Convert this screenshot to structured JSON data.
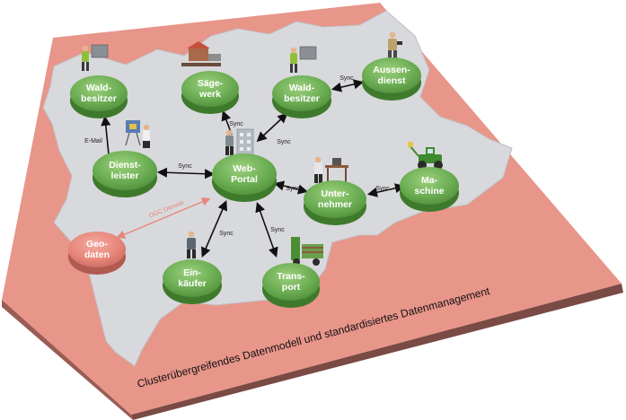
{
  "footer": {
    "line1": "Clusterübergreifendes Datenmodell und standardisiertes Datenmanagement"
  },
  "nodes": {
    "waldbesitzer_left": [
      "Wald-",
      "besitzer"
    ],
    "saegewerk": [
      "Säge-",
      "werk"
    ],
    "waldbesitzer_right": [
      "Wald-",
      "besitzer"
    ],
    "aussendienst": [
      "Aussen-",
      "dienst"
    ],
    "dienstleister": [
      "Dienst-",
      "leister"
    ],
    "webportal": [
      "Web-",
      "Portal"
    ],
    "unternehmer": [
      "Unter-",
      "nehmer"
    ],
    "maschine": [
      "Ma-",
      "schine"
    ],
    "geodaten": [
      "Geo-",
      "daten"
    ],
    "einkaeufer": [
      "Ein-",
      "käufer"
    ],
    "transport": [
      "Trans-",
      "port"
    ]
  },
  "edges": {
    "email": "E-Mail",
    "sync": "Sync",
    "ogc": "OGC Dienste"
  },
  "colors": {
    "board": "#e8958a",
    "map": "#d8d9dc",
    "node": "#6cae54",
    "geo": "#e8877c"
  },
  "icons": [
    "farmer-icon",
    "sawmill-icon",
    "worker-icon",
    "office-building-icon",
    "harvester-icon",
    "truck-icon",
    "desk-icon"
  ]
}
